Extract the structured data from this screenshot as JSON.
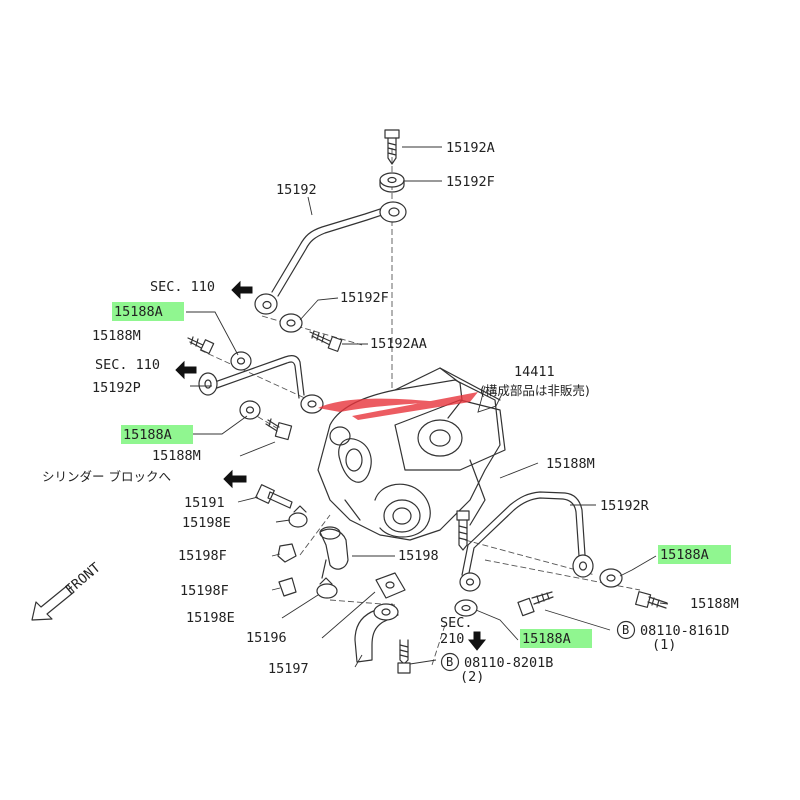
{
  "colors": {
    "highlight": "#7CF57C",
    "line": "#333333",
    "watermark": "#E8343C"
  },
  "labels": {
    "p15192A": "15192A",
    "p15192F_top": "15192F",
    "p15192": "15192",
    "sec110_a": "SEC. 110",
    "p15188A_1": "15188A",
    "p15192F_mid": "15192F",
    "p15188M_1": "15188M",
    "p15192AA": "15192AA",
    "sec110_b": "SEC. 110",
    "p14411": "14411",
    "not_for_sale": "(構成部品は非販売)",
    "p15192P": "15192P",
    "p15188A_2": "15188A",
    "p15188M_2": "15188M",
    "to_cylinder_block": "シリンダー ブロックへ",
    "p15188M_3": "15188M",
    "p15191": "15191",
    "p15192R": "15192R",
    "p15198E_1": "15198E",
    "p15198F_1": "15198F",
    "p15198": "15198",
    "p15188A_3": "15188A",
    "front": "FRONT",
    "p15198F_2": "15198F",
    "p15188M_4": "15188M",
    "p15198E_2": "15198E",
    "sec210": "SEC.",
    "sec210_num": "210",
    "p15188A_4": "15188A",
    "bolt_b1_mark": "B",
    "bolt_b1": "08110-8161D",
    "bolt_b1_qty": "(1)",
    "p15196": "15196",
    "p15197": "15197",
    "bolt_b2_mark": "B",
    "bolt_b2": "08110-8201B",
    "bolt_b2_qty": "(2)"
  }
}
